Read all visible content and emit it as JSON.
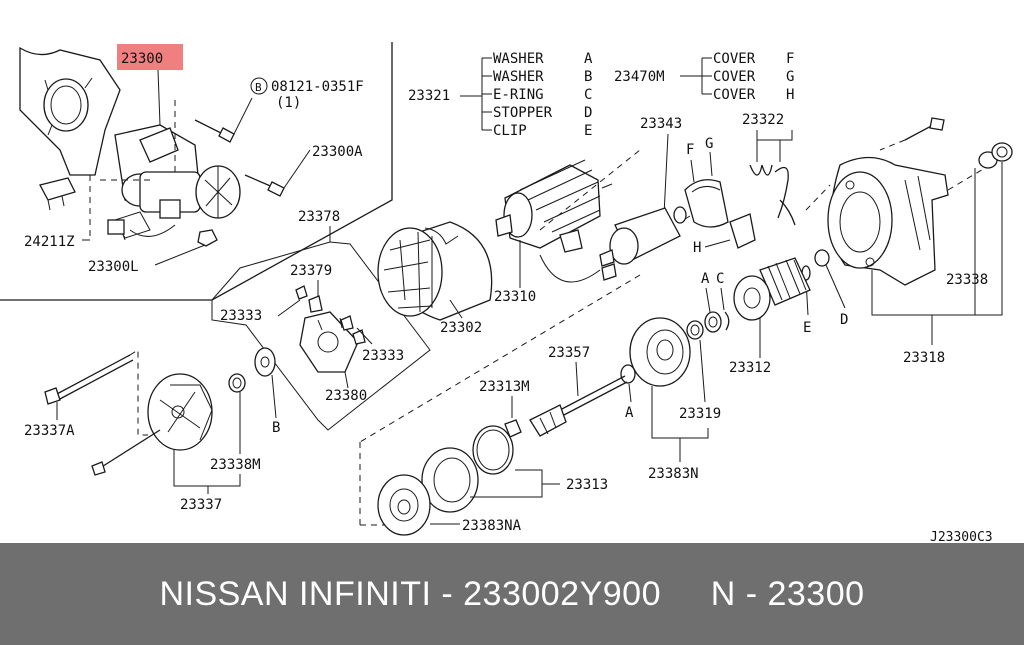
{
  "highlight_color": "#f08080",
  "footer": {
    "title": "NISSAN INFINITI - 233002Y900     N - 23300",
    "background": "#6f6f6f"
  },
  "diagram": {
    "ref_code": "J23300C3",
    "part_highlighted": "23300",
    "bolt_ref": "08121-0351F",
    "bolt_ref_badge": "B",
    "bolt_ref_qty": "(1)",
    "group_23321": {
      "label": "23321",
      "items": [
        {
          "name": "WASHER",
          "code": "A"
        },
        {
          "name": "WASHER",
          "code": "B"
        },
        {
          "name": "E-RING",
          "code": "C"
        },
        {
          "name": "STOPPER",
          "code": "D"
        },
        {
          "name": "CLIP",
          "code": "E"
        }
      ]
    },
    "group_23470M": {
      "label": "23470M",
      "items": [
        {
          "name": "COVER",
          "code": "F"
        },
        {
          "name": "COVER",
          "code": "G"
        },
        {
          "name": "COVER",
          "code": "H"
        }
      ]
    },
    "labels": {
      "p23300A": "23300A",
      "p24211Z": "24211Z",
      "p23300L": "23300L",
      "p23378": "23378",
      "p23379": "23379",
      "p23333a": "23333",
      "p23333b": "23333",
      "p23380": "23380",
      "p23302": "23302",
      "p23310": "23310",
      "p23343": "23343",
      "p23322": "23322",
      "p23338": "23338",
      "p23318": "23318",
      "p23312": "23312",
      "p23319": "23319",
      "p23357": "23357",
      "p23313M": "23313M",
      "p23313": "23313",
      "p23383N": "23383N",
      "p23383NA": "23383NA",
      "p23337A": "23337A",
      "p23338M": "23338M",
      "p23337": "23337",
      "lB": "B",
      "lF": "F",
      "lG": "G",
      "lH": "H",
      "lA1": "A",
      "lC": "C",
      "lE": "E",
      "lD": "D",
      "lA2": "A"
    }
  }
}
